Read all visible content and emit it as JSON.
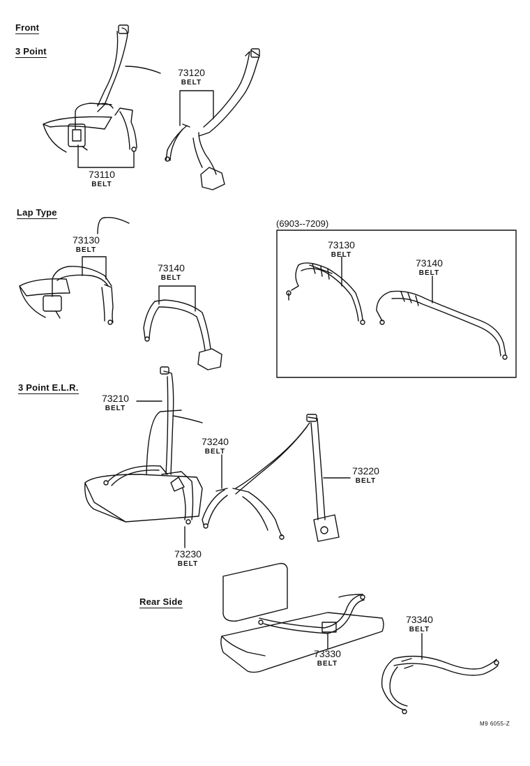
{
  "sections": {
    "front": "Front",
    "three_point": "3 Point",
    "lap_type": "Lap Type",
    "three_point_elr": "3 Point E.L.R.",
    "rear_side": "Rear Side"
  },
  "inset": {
    "label": "(6903--7209)"
  },
  "parts": [
    {
      "number": "73120",
      "name": "BELT"
    },
    {
      "number": "73110",
      "name": "BELT"
    },
    {
      "number": "73130",
      "name": "BELT"
    },
    {
      "number": "73140",
      "name": "BELT"
    },
    {
      "number": "73130",
      "name": "BELT"
    },
    {
      "number": "73140",
      "name": "BELT"
    },
    {
      "number": "73210",
      "name": "BELT"
    },
    {
      "number": "73240",
      "name": "BELT"
    },
    {
      "number": "73220",
      "name": "BELT"
    },
    {
      "number": "73230",
      "name": "BELT"
    },
    {
      "number": "73340",
      "name": "BELT"
    },
    {
      "number": "73330",
      "name": "BELT"
    }
  ],
  "drawing_code": "M9 6055-Z"
}
